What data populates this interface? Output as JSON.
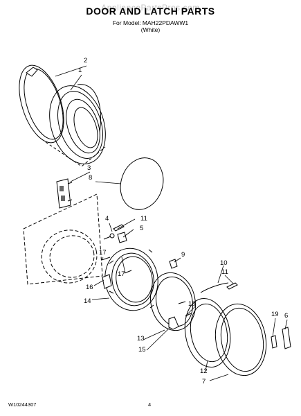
{
  "watermark": "AppliancePartsPros.com",
  "header": {
    "title": "DOOR AND LATCH PARTS",
    "model_line": "For Model: MAH22PDAWW1",
    "color_line": "(White)"
  },
  "footer": {
    "doc_number": "W10244307",
    "page_number": "4"
  },
  "callouts": [
    "1",
    "2",
    "3",
    "4",
    "5",
    "6",
    "7",
    "8",
    "9",
    "10",
    "11",
    "12",
    "13",
    "14",
    "15",
    "16",
    "17",
    "18",
    "19"
  ]
}
